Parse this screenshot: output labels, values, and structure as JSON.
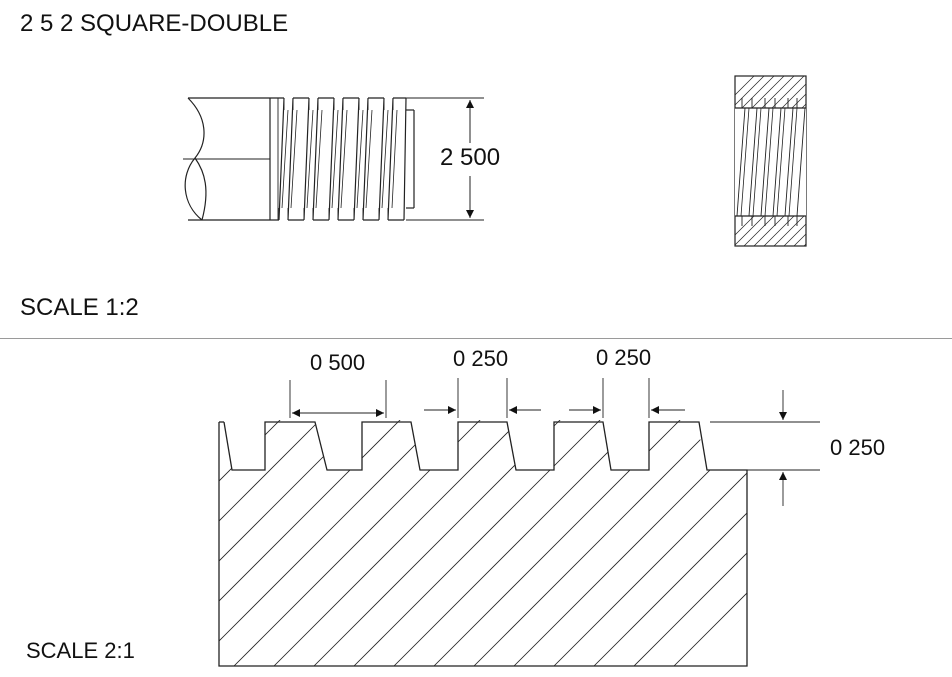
{
  "title": "2 5 2 SQUARE-DOUBLE",
  "top_view": {
    "scale_label": "SCALE 1:2",
    "diameter_label": "2 500"
  },
  "detail_view": {
    "scale_label": "SCALE 2:1",
    "pitch_label": "0 500",
    "tooth_width_label": "0 250",
    "groove_width_label": "0 250",
    "depth_label": "0 250"
  }
}
